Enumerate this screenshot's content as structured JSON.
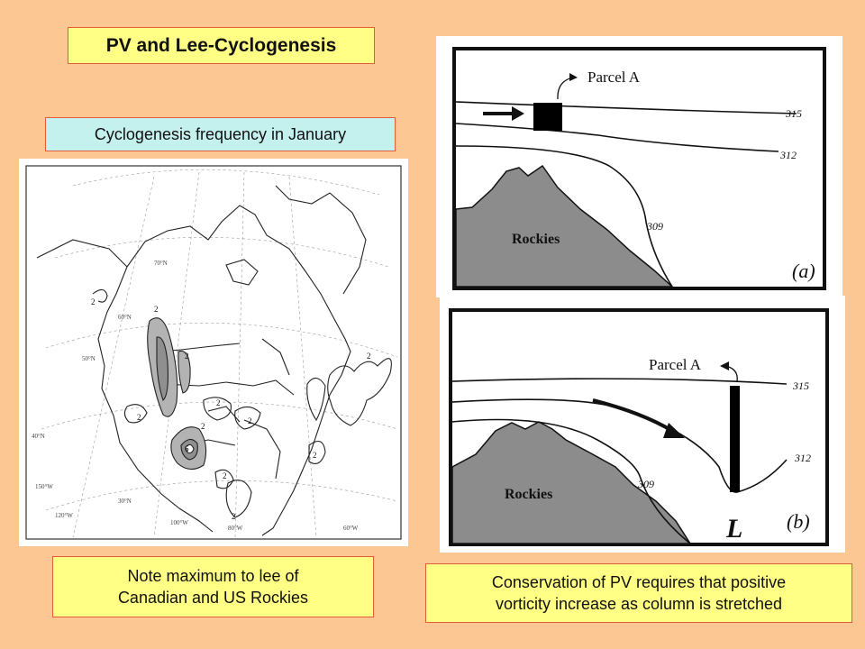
{
  "title": "PV and Lee-Cyclogenesis",
  "subtitle": "Cyclogenesis frequency in January",
  "note_left": [
    "Note maximum to lee of",
    "Canadian and US Rockies"
  ],
  "note_right": [
    "Conservation of PV requires that positive",
    "vorticity increase as column is stretched"
  ],
  "map": {
    "contour_label": "2",
    "inner_label": "6",
    "lat_labels": [
      "70°N",
      "60°N",
      "50°N",
      "40°N",
      "30°N"
    ],
    "lon_labels": [
      "150°W",
      "120°W",
      "100°W",
      "80°W",
      "60°W"
    ]
  },
  "panel_a": {
    "parcel": "Parcel A",
    "rockies": "Rockies",
    "panel_label": "(a)",
    "isentropes": [
      "315",
      "312",
      "309"
    ]
  },
  "panel_b": {
    "parcel": "Parcel A",
    "rockies": "Rockies",
    "panel_label": "(b)",
    "low": "L",
    "isentropes": [
      "315",
      "312",
      "309"
    ]
  },
  "colors": {
    "background": "#fdc794",
    "yellow_box": "#ffff85",
    "cyan_box": "#c4f0ee",
    "border": "#e25b3a",
    "mountain": "#8c8c8c"
  }
}
